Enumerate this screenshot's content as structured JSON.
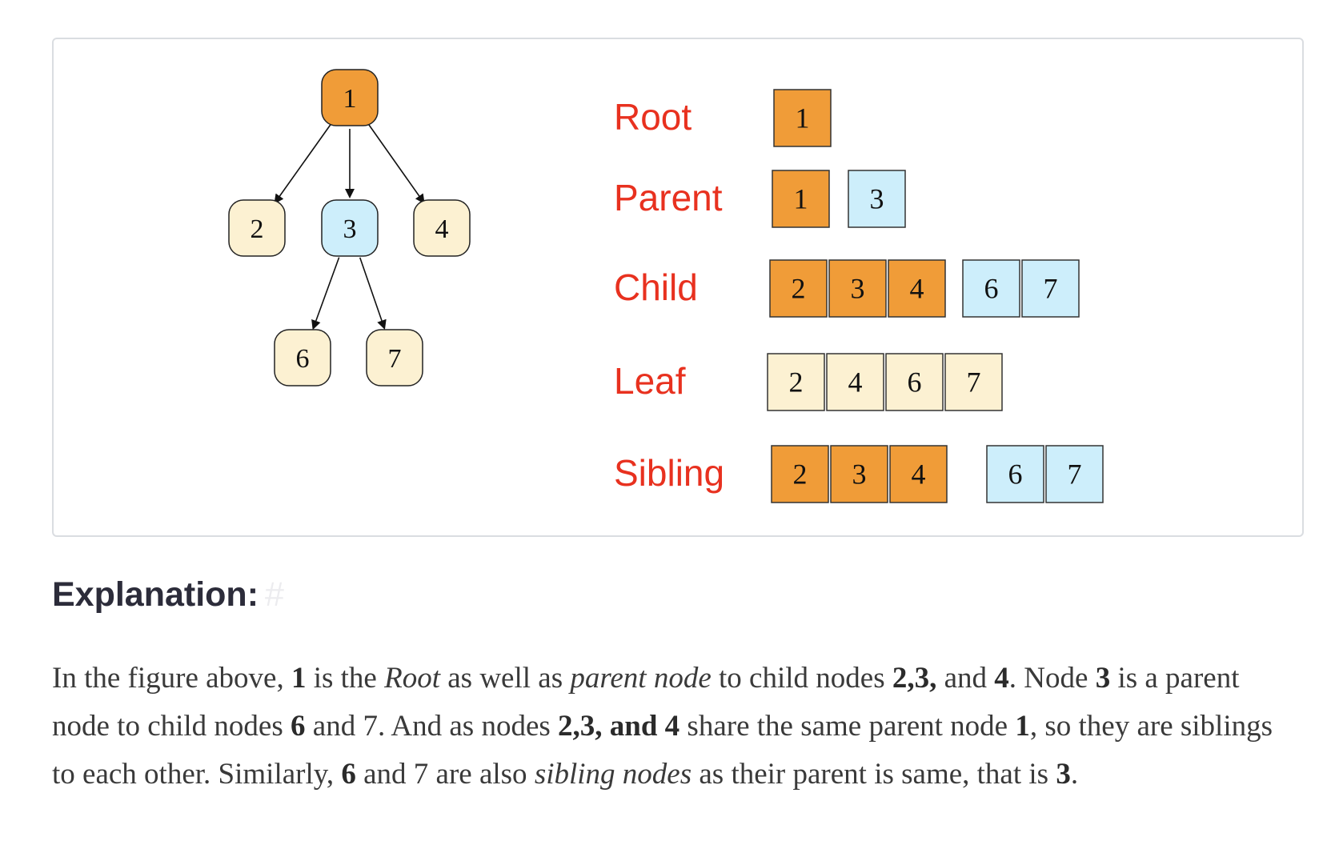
{
  "diagram": {
    "nodes": [
      {
        "id": "n1",
        "label": "1",
        "color": "#f09c38"
      },
      {
        "id": "n2",
        "label": "2",
        "color": "#fcf1d2"
      },
      {
        "id": "n3",
        "label": "3",
        "color": "#cdeefb"
      },
      {
        "id": "n4",
        "label": "4",
        "color": "#fcf1d2"
      },
      {
        "id": "n6",
        "label": "6",
        "color": "#fcf1d2"
      },
      {
        "id": "n7",
        "label": "7",
        "color": "#fcf1d2"
      }
    ],
    "edges": [
      {
        "from": "n1",
        "to": "n2"
      },
      {
        "from": "n1",
        "to": "n3"
      },
      {
        "from": "n1",
        "to": "n4"
      },
      {
        "from": "n3",
        "to": "n6"
      },
      {
        "from": "n3",
        "to": "n7"
      }
    ],
    "legend": {
      "label_color": "#e8311f",
      "rows": [
        {
          "label": "Root",
          "groups": [
            [
              {
                "v": "1",
                "c": "orange"
              }
            ]
          ]
        },
        {
          "label": "Parent",
          "groups": [
            [
              {
                "v": "1",
                "c": "orange"
              }
            ],
            [
              {
                "v": "3",
                "c": "blue"
              }
            ]
          ]
        },
        {
          "label": "Child",
          "groups": [
            [
              {
                "v": "2",
                "c": "orange"
              },
              {
                "v": "3",
                "c": "orange"
              },
              {
                "v": "4",
                "c": "orange"
              }
            ],
            [
              {
                "v": "6",
                "c": "blue"
              },
              {
                "v": "7",
                "c": "blue"
              }
            ]
          ]
        },
        {
          "label": "Leaf",
          "groups": [
            [
              {
                "v": "2",
                "c": "cream"
              },
              {
                "v": "4",
                "c": "cream"
              },
              {
                "v": "6",
                "c": "cream"
              },
              {
                "v": "7",
                "c": "cream"
              }
            ]
          ]
        },
        {
          "label": "Sibling",
          "groups": [
            [
              {
                "v": "2",
                "c": "orange"
              },
              {
                "v": "3",
                "c": "orange"
              },
              {
                "v": "4",
                "c": "orange"
              }
            ],
            [
              {
                "v": "6",
                "c": "blue"
              },
              {
                "v": "7",
                "c": "blue"
              }
            ]
          ]
        }
      ]
    },
    "colors": {
      "orange": "#f09c38",
      "blue": "#cdeefb",
      "cream": "#fcf1d2"
    }
  },
  "explanation": {
    "heading": "Explanation:",
    "anchor": "#",
    "segments": [
      {
        "t": "In the figure above, ",
        "s": "n"
      },
      {
        "t": "1",
        "s": "b"
      },
      {
        "t": " is the ",
        "s": "n"
      },
      {
        "t": "Root",
        "s": "i"
      },
      {
        "t": " as well as ",
        "s": "n"
      },
      {
        "t": "parent node",
        "s": "i"
      },
      {
        "t": " to child nodes ",
        "s": "n"
      },
      {
        "t": "2,3,",
        "s": "b"
      },
      {
        "t": " and ",
        "s": "n"
      },
      {
        "t": "4",
        "s": "b"
      },
      {
        "t": ". Node ",
        "s": "n"
      },
      {
        "t": "3",
        "s": "b"
      },
      {
        "t": " is a parent node to child nodes ",
        "s": "n"
      },
      {
        "t": "6",
        "s": "b"
      },
      {
        "t": " and 7. And as nodes ",
        "s": "n"
      },
      {
        "t": "2,3, and 4",
        "s": "b"
      },
      {
        "t": " share the same parent node ",
        "s": "n"
      },
      {
        "t": "1",
        "s": "b"
      },
      {
        "t": ", so they are siblings to each other. Similarly, ",
        "s": "n"
      },
      {
        "t": "6",
        "s": "b"
      },
      {
        "t": " and 7 are also ",
        "s": "n"
      },
      {
        "t": "sibling nodes",
        "s": "i"
      },
      {
        "t": " as their parent is same, that is ",
        "s": "n"
      },
      {
        "t": "3",
        "s": "b"
      },
      {
        "t": ".",
        "s": "n"
      }
    ]
  }
}
